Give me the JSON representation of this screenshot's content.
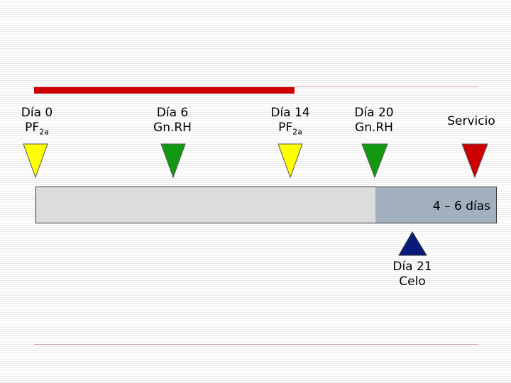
{
  "markers_top": [
    {
      "line1": "Día 0",
      "line2": "PF",
      "sub": "2a",
      "color": "#ffff00"
    },
    {
      "line1": "Día 6",
      "line2": "Gn.RH",
      "sub": "",
      "color": "#119a11"
    },
    {
      "line1": "Día 14",
      "line2": "PF",
      "sub": "2a",
      "color": "#ffff00"
    },
    {
      "line1": "Día 20",
      "line2": "Gn.RH",
      "sub": "",
      "color": "#119a11"
    },
    {
      "line1": "Servicio",
      "line2": "",
      "sub": "",
      "color": "#cc0000"
    }
  ],
  "marker_bottom": {
    "line1": "Día 21",
    "line2": "Celo",
    "color": "#0a1a7a"
  },
  "timeline": {
    "segment_colors": [
      "#dcdcdc",
      "#dcdcdc",
      "#dcdcdc",
      "#a2b0c0",
      "#a2b0c0"
    ],
    "range_label": "4 – 6 días"
  },
  "colors": {
    "red_bar": "#cc0000",
    "rule": "#c99a9a"
  }
}
